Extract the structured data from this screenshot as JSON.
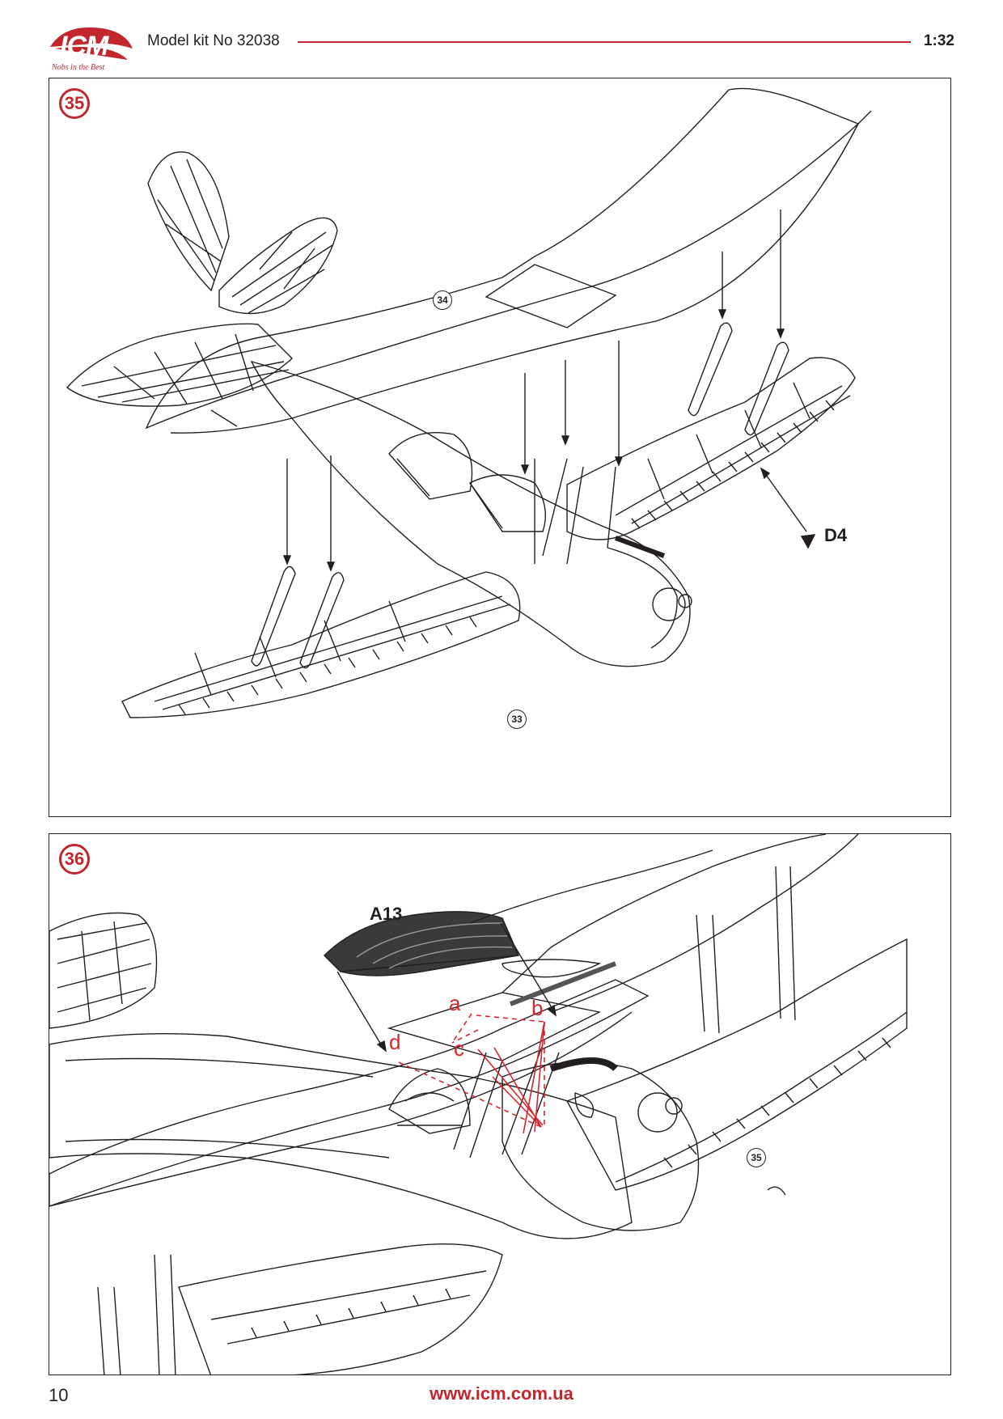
{
  "header": {
    "logo_text": "ICM",
    "logo_tagline": "Nobs in the Best",
    "kit_title": "Model kit No 32038",
    "scale": "1:32"
  },
  "step35": {
    "step_number": "35",
    "part_refs": {
      "upper_wing": "34",
      "lower_wing": "33"
    },
    "part_label": "D4"
  },
  "step36": {
    "step_number": "36",
    "part_label": "A13",
    "rigging_labels": {
      "a": "a",
      "b": "b",
      "c": "c",
      "d": "d"
    },
    "part_ref": "35"
  },
  "footer": {
    "page_number": "10",
    "url": "www.icm.com.ua"
  },
  "colors": {
    "brand_red": "#c1272d",
    "rigging_red": "#d6262b",
    "line": "#231f20"
  }
}
